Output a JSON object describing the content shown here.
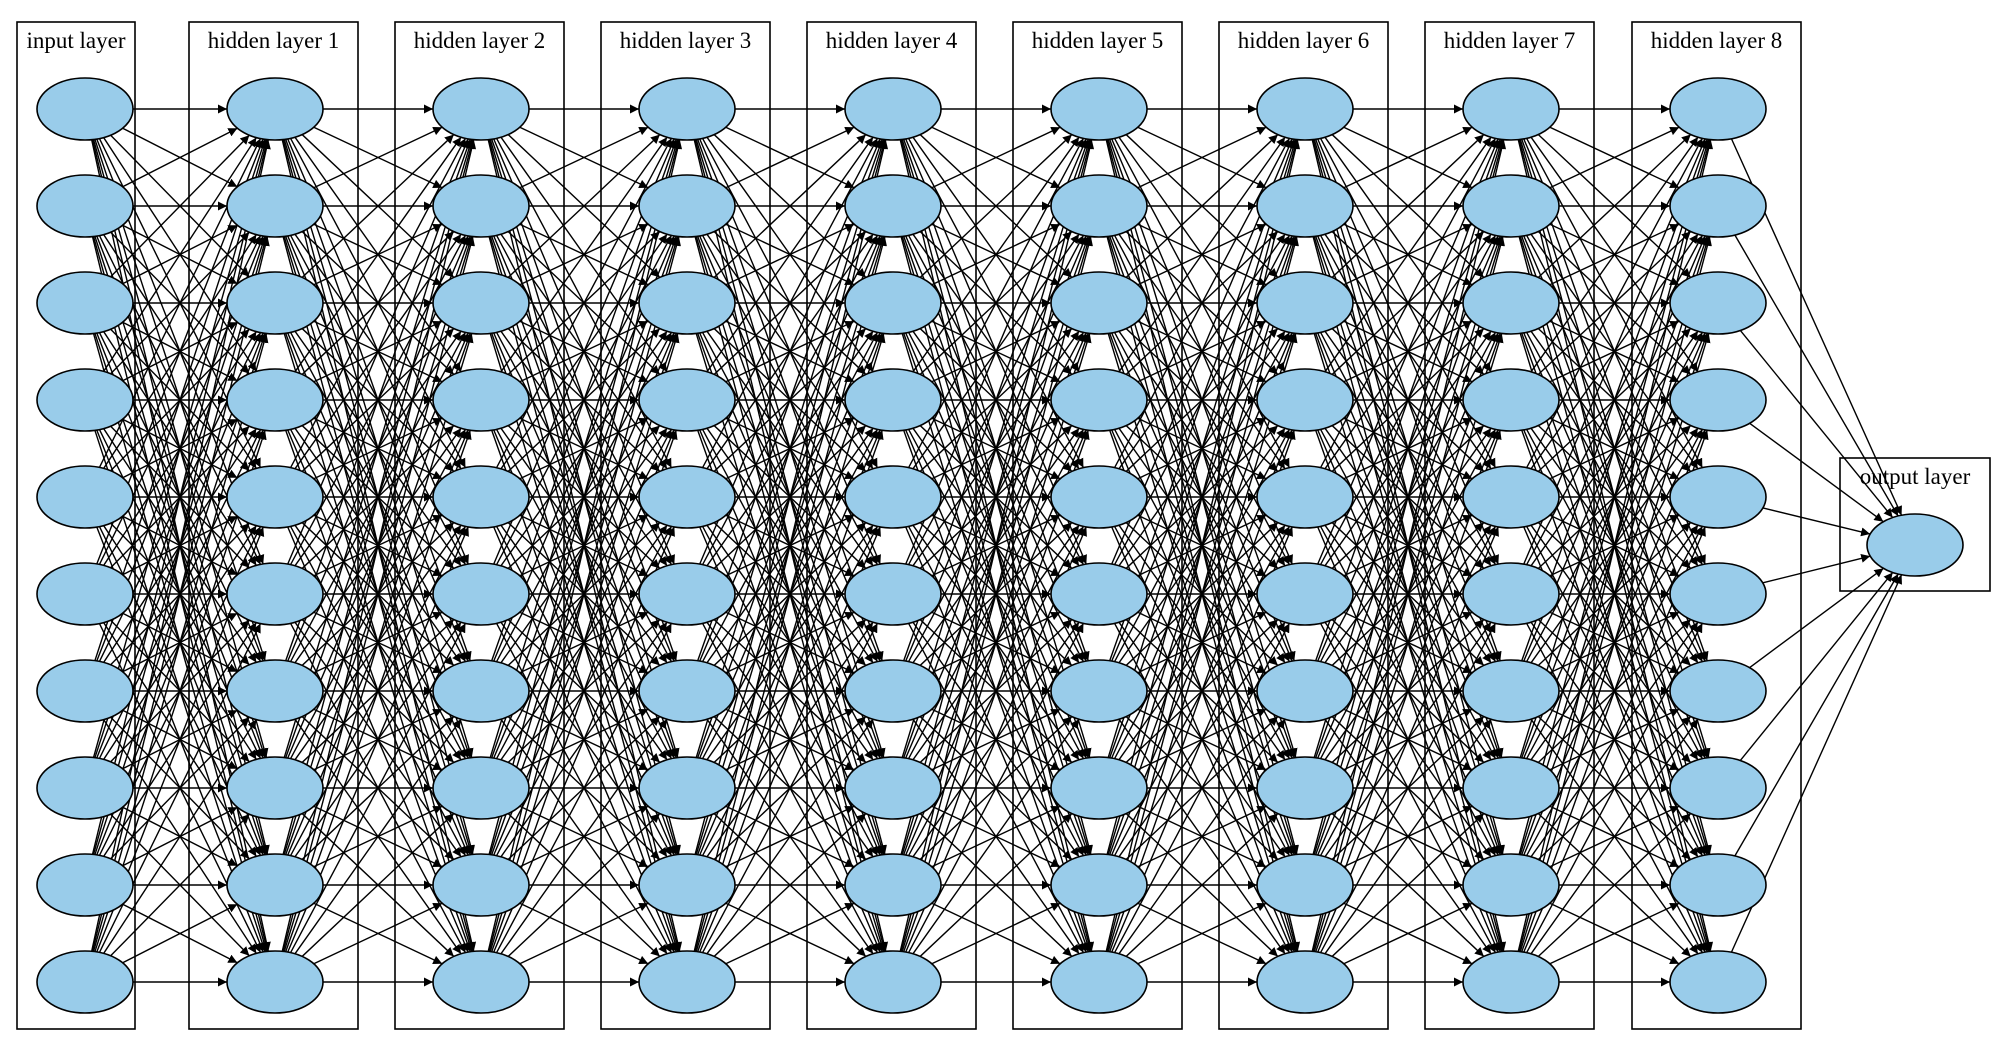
{
  "diagram": {
    "type": "neural-network",
    "node_fill": "#99CCEA",
    "line_color": "#000000",
    "layers": [
      {
        "label": "input layer",
        "node_count": 10
      },
      {
        "label": "hidden layer 1",
        "node_count": 10
      },
      {
        "label": "hidden layer 2",
        "node_count": 10
      },
      {
        "label": "hidden layer 3",
        "node_count": 10
      },
      {
        "label": "hidden layer 4",
        "node_count": 10
      },
      {
        "label": "hidden layer 5",
        "node_count": 10
      },
      {
        "label": "hidden layer 6",
        "node_count": 10
      },
      {
        "label": "hidden layer 7",
        "node_count": 10
      },
      {
        "label": "hidden layer 8",
        "node_count": 10
      },
      {
        "label": "output layer",
        "node_count": 1
      }
    ],
    "connectivity": "fully-connected"
  }
}
